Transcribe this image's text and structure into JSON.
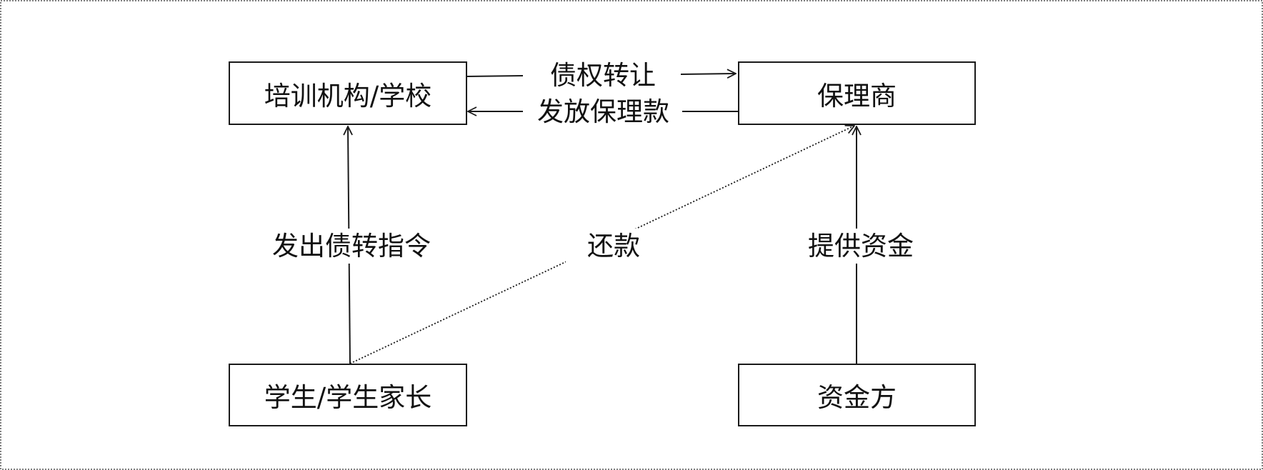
{
  "nodes": {
    "training_institution": "培训机构/学校",
    "factor": "保理商",
    "student": "学生/学生家长",
    "funder": "资金方"
  },
  "edges": {
    "debt_transfer": "债权转让",
    "issue_factoring_payment": "发放保理款",
    "issue_transfer_instruction": "发出债转指令",
    "repayment": "还款",
    "provide_funds": "提供资金"
  }
}
